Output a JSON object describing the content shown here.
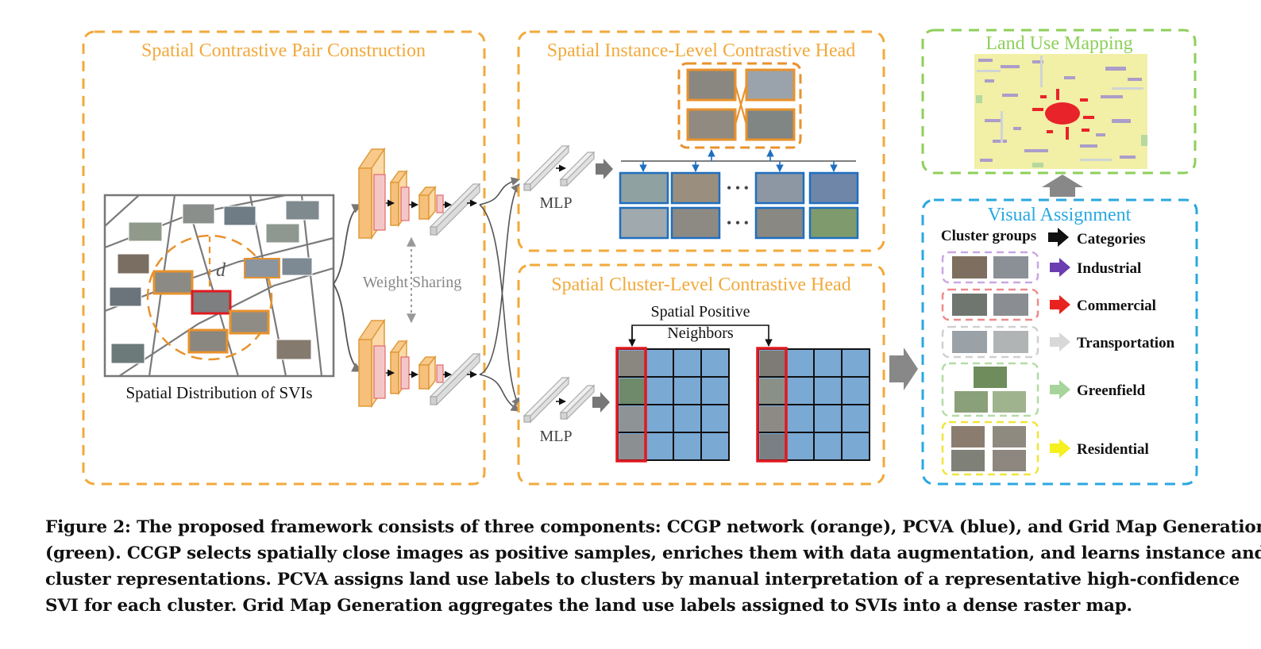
{
  "panels": {
    "pair_construction": {
      "title": "Spatial Contrastive Pair Construction",
      "map_label": "Spatial Distribution of SVIs",
      "distance_label": "d"
    },
    "weight_sharing": "Weight Sharing",
    "mlp_label": "MLP",
    "instance_head": {
      "title": "Spatial Instance-Level Contrastive Head",
      "ellipsis": "• • •"
    },
    "cluster_head": {
      "title": "Spatial Cluster-Level Contrastive Head",
      "neighbors_line1": "Spatial Positive",
      "neighbors_line2": "Neighbors"
    },
    "land_use": {
      "title": "Land Use Mapping"
    },
    "visual_assignment": {
      "title": "Visual Assignment",
      "header_groups": "Cluster groups",
      "header_categories": "Categories",
      "categories": [
        {
          "label": "Industrial",
          "color": "#6a3db0",
          "border": "#c9a7e3"
        },
        {
          "label": "Commercial",
          "color": "#e8231f",
          "border": "#ef8a8a"
        },
        {
          "label": "Transportation",
          "color": "#d8d8d8",
          "border": "#d0d0d0"
        },
        {
          "label": "Greenfield",
          "color": "#a6d49a",
          "border": "#b4dba6"
        },
        {
          "label": "Residential",
          "color": "#f5f01e",
          "border": "#efe53a"
        }
      ]
    }
  },
  "colors": {
    "orange": "#f2a93b",
    "green": "#8ecf5a",
    "blue": "#29a8e0",
    "cell": "#7aa9d4",
    "red": "#e0191f"
  },
  "caption": {
    "line1": "Figure 2: The proposed framework consists of three components: CCGP network (orange), PCVA (blue), and Grid Map Generation",
    "line2": "(green). CCGP selects spatially close images as positive samples, enriches them with data augmentation, and learns instance and",
    "line3": "cluster representations. PCVA assigns land use labels to clusters by manual interpretation of a representative high-confidence",
    "line4": "SVI for each cluster. Grid Map Generation aggregates the land use labels assigned to SVIs into a dense raster map."
  }
}
